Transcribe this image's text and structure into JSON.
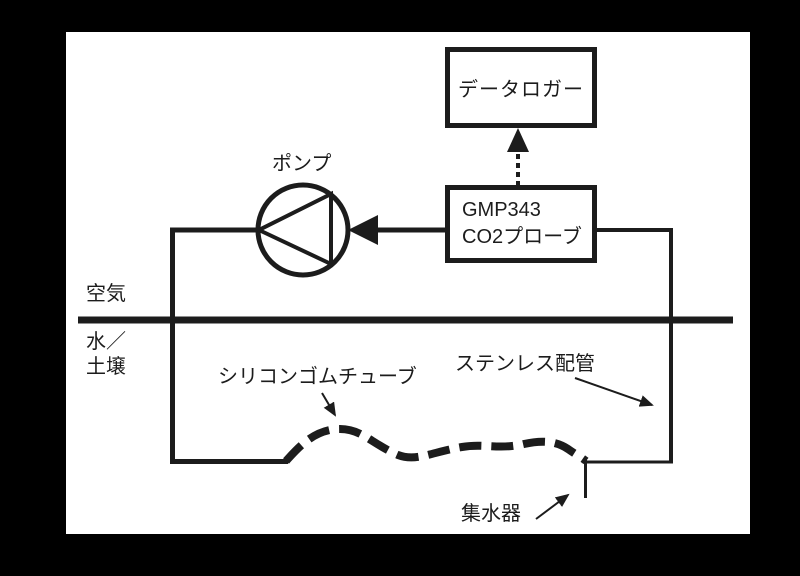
{
  "window": {
    "background_color": "#000000",
    "panel_color": "#ffffff",
    "line_color": "#1c1c1c"
  },
  "nodes": {
    "datalogger": {
      "label": "データロガー"
    },
    "probe": {
      "line1": "GMP343",
      "line2": "CO2プローブ"
    },
    "pump": {
      "label": "ポンプ"
    }
  },
  "zone_labels": {
    "above_line": "空気",
    "below_line": "水／\n土壌"
  },
  "annotations": {
    "silicone_tube": "シリコンゴムチューブ",
    "stainless_pipe": "ステンレス配管",
    "water_collector": "集水器"
  }
}
